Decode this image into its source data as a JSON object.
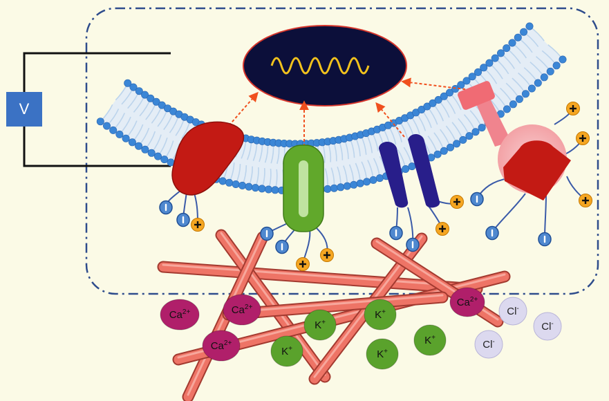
{
  "voltmeter": {
    "label": "V"
  },
  "oscilloscope": {
    "signal": "sine-wave"
  },
  "ions": {
    "calcium": {
      "label": "Ca",
      "charge": "2+",
      "color": "#b01f6a"
    },
    "potassium": {
      "label": "K",
      "charge": "+",
      "color": "#5aa22c"
    },
    "chloride": {
      "label": "Cl",
      "charge": "-",
      "color": "#dcd9ef"
    }
  },
  "charges": {
    "positive": "+",
    "negative": "-"
  },
  "colors": {
    "background": "#fbfae6",
    "membrane_head": "#3b86d6",
    "membrane_tail": "#bcd4ec",
    "oscilloscope": "#0c0f3a",
    "wave": "#f2c21d",
    "arrow": "#f0501e",
    "cytoskeleton": "#ee7466",
    "receptor": "#c31a14",
    "ion_channel": "#61a82b",
    "pump": "#281e8a",
    "ligand_receptor": "#f0848e",
    "positive_charge": "#f5a622",
    "negative_charge": "#4f88cf",
    "cell_border": "#2e4c8c"
  }
}
